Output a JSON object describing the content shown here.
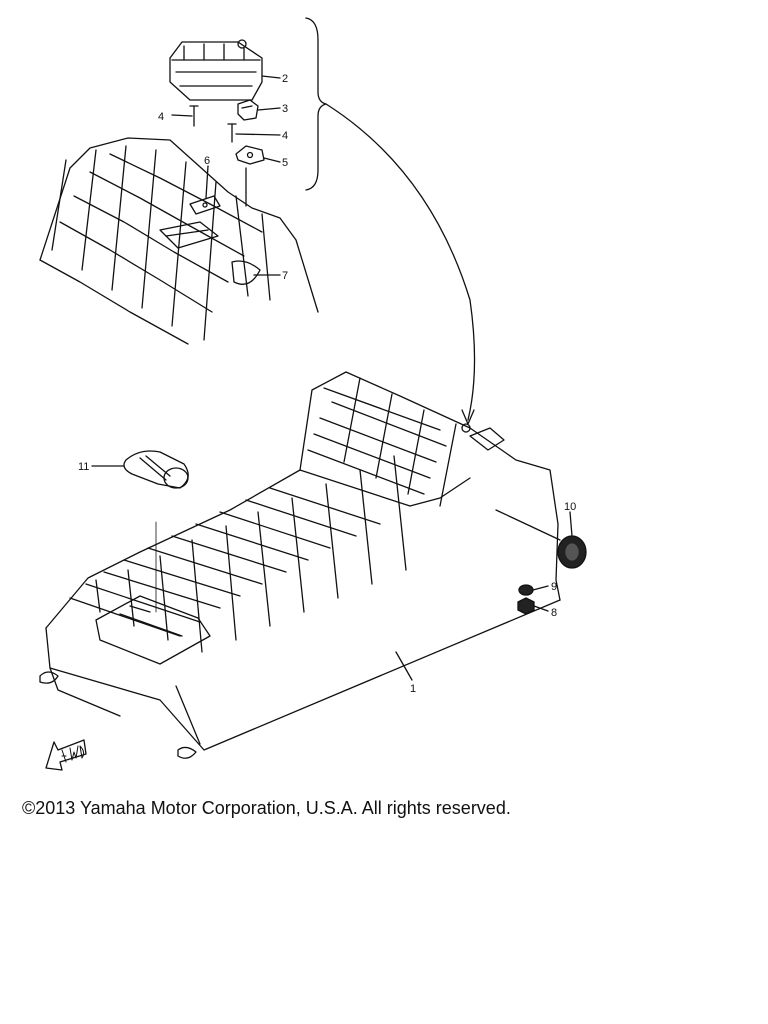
{
  "callouts": {
    "c1": "1",
    "c2": "2",
    "c3": "3",
    "c4a": "4",
    "c4b": "4",
    "c5": "5",
    "c6": "6",
    "c7": "7",
    "c8": "8",
    "c9": "9",
    "c10": "10",
    "c11": "11"
  },
  "fwd_arrow_label": "FWD",
  "copyright": "©2013 Yamaha Motor Corporation, U.S.A. All rights reserved."
}
